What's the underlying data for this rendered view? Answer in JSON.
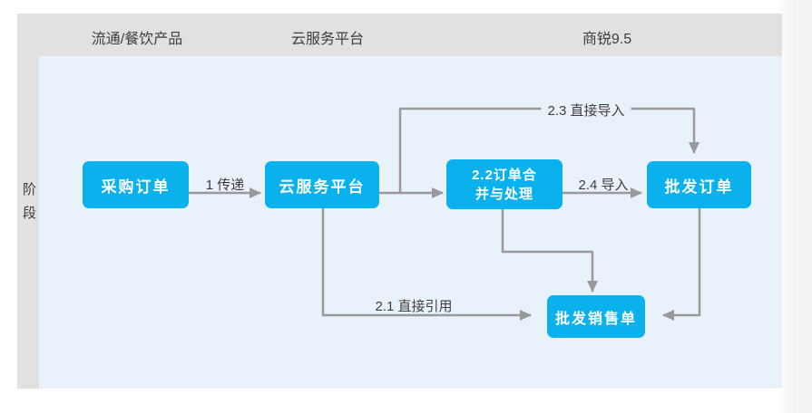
{
  "header": {
    "columns": [
      {
        "label": "流通/餐饮产品"
      },
      {
        "label": "云服务平台"
      },
      {
        "label": "商锐9.5"
      }
    ]
  },
  "sidebar": {
    "label": "阶段"
  },
  "nodes": {
    "purchase_order": {
      "label": "采购订单"
    },
    "cloud_platform": {
      "label": "云服务平台"
    },
    "order_merge": {
      "line1": "2.2订单合",
      "line2": "并与处理"
    },
    "wholesale_order": {
      "label": "批发订单"
    },
    "wholesale_sales": {
      "label": "批发销售单"
    }
  },
  "edges": {
    "transfer": {
      "label": "1 传递",
      "from": "purchase_order",
      "to": "cloud_platform"
    },
    "to_merge": {
      "label": "",
      "from": "cloud_platform",
      "to": "order_merge"
    },
    "direct_import": {
      "label": "2.3 直接导入",
      "from": "cloud_platform",
      "to": "wholesale_order"
    },
    "import": {
      "label": "2.4 导入",
      "from": "order_merge",
      "to": "wholesale_order"
    },
    "direct_ref": {
      "label": "2.1 直接引用",
      "from": "cloud_platform",
      "to": "wholesale_sales"
    },
    "merge_to_sales": {
      "label": "",
      "from": "order_merge",
      "to": "wholesale_sales"
    },
    "order_to_sales": {
      "label": "",
      "from": "wholesale_order",
      "to": "wholesale_sales"
    }
  },
  "colors": {
    "node_fill": "#0ab1ec",
    "node_text": "#ffffff",
    "canvas_bg": "#e9f1fb",
    "frame_gray": "#e1e1e2",
    "arrow_gray": "#98999b",
    "label_text": "#3d3d3f"
  }
}
